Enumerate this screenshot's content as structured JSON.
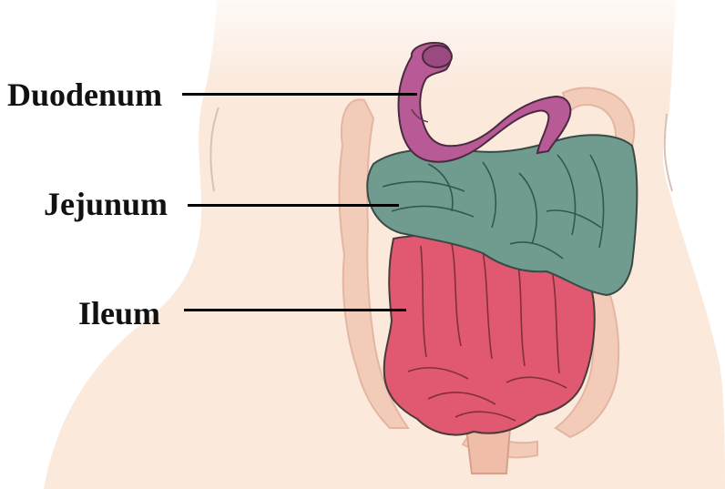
{
  "labels": {
    "duodenum": "Duodenum",
    "jejunum": "Jejunum",
    "ileum": "Ileum"
  },
  "colors": {
    "skin": "#fbe9dc",
    "colon": "#f2c8b4",
    "duodenum": "#b85a95",
    "jejunum": "#6f9c8f",
    "ileum": "#e05971",
    "outline": "#4a3a3a"
  }
}
